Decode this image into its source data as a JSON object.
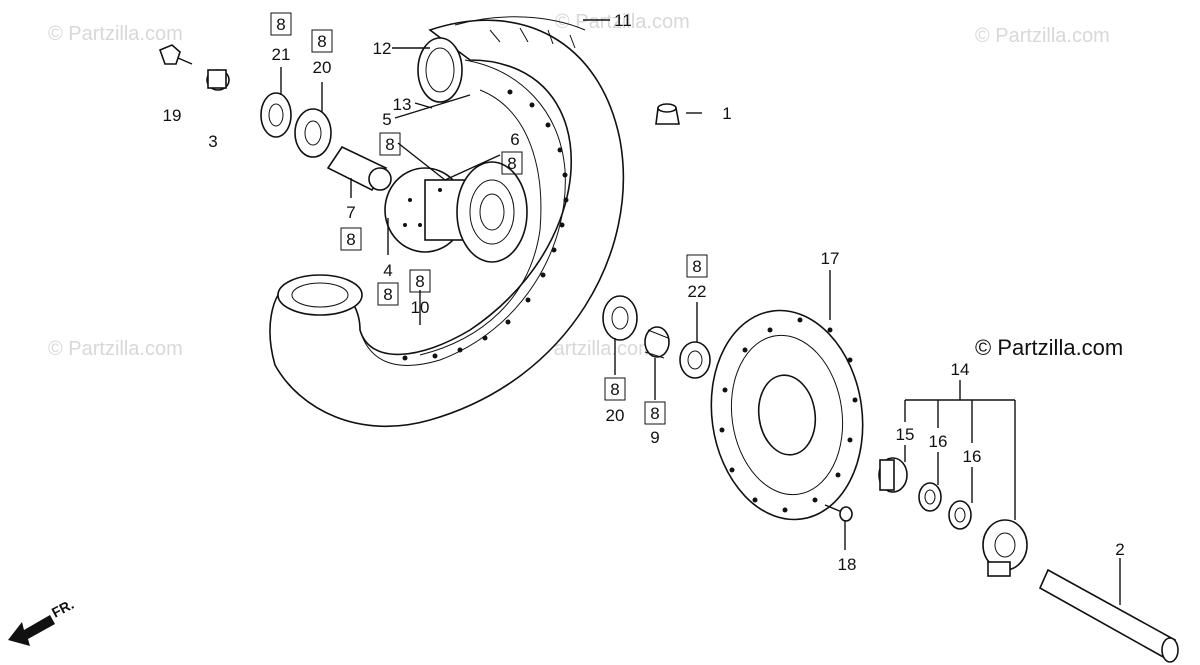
{
  "watermarks": {
    "faint": "© Partzilla.com",
    "main": "© Partzilla.com"
  },
  "direction": {
    "label": "FR."
  },
  "callouts": {
    "p1": "1",
    "p2": "2",
    "p3": "3",
    "p4": "4",
    "p5": "5",
    "p6": "6",
    "p7": "7",
    "p9": "9",
    "p10": "10",
    "p11": "11",
    "p12": "12",
    "p13": "13",
    "p14": "14",
    "p15": "15",
    "p16a": "16",
    "p16b": "16",
    "p17": "17",
    "p18": "18",
    "p19": "19",
    "p20a": "20",
    "p20b": "20",
    "p21": "21",
    "p22": "22"
  },
  "ref_box_label": "8",
  "colors": {
    "line": "#111111",
    "watermark": "#d8d8d8",
    "background": "#ffffff"
  }
}
